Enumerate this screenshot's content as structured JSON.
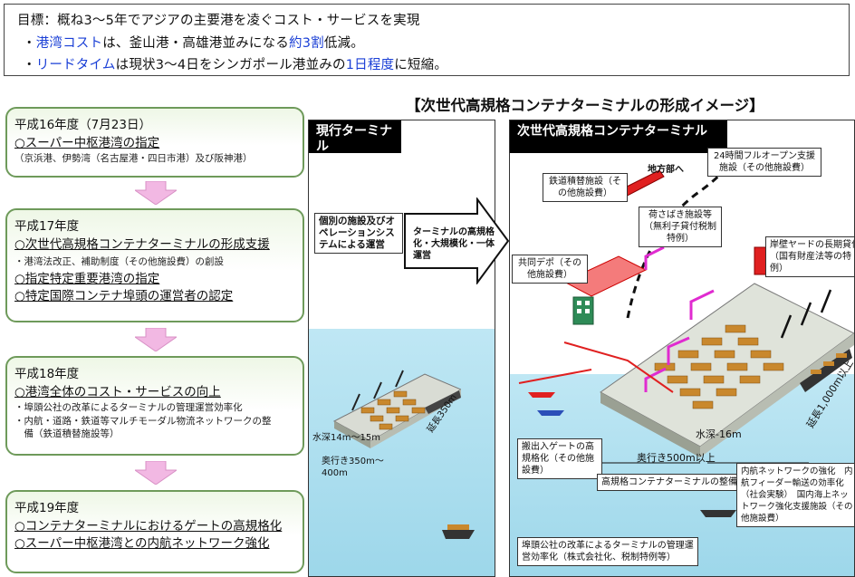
{
  "goal": {
    "line1": "目標：概ね3～5年でアジアの主要港を凌ぐコスト・サービスを実現",
    "line2": {
      "bullet": "・",
      "hl": "港湾コスト",
      "mid": "は、釜山港・高雄港並みになる",
      "hl2": "約3割",
      "tail": "低減。"
    },
    "line3": {
      "bullet": "・",
      "hl": "リードタイム",
      "mid": "は現状3～4日をシンガポール港並みの",
      "hl2": "1日程度",
      "tail": "に短縮。"
    }
  },
  "figure_title": "【次世代高規格コンテナターミナルの形成イメージ】",
  "timeline": [
    {
      "year": "平成16年度（7月23日）",
      "items": [
        {
          "text": "○スーパー中枢港湾の指定",
          "ul": true
        }
      ],
      "subs": [
        "（京浜港、伊勢湾（名古屋港・四日市港）及び阪神港）"
      ]
    },
    {
      "year": "平成17年度",
      "items": [
        {
          "text": "○次世代高規格コンテナターミナルの形成支援",
          "ul": true
        }
      ],
      "subs": [
        "・港湾法改正、補助制度（その他施設費）の創設"
      ],
      "items2": [
        {
          "text": "○指定特定重要港湾の指定",
          "ul": true
        },
        {
          "text": "○特定国際コンテナ埠頭の運営者の認定",
          "ul": true
        }
      ]
    },
    {
      "year": "平成18年度",
      "items": [
        {
          "text": "○港湾全体のコスト・サービスの向上",
          "ul": true
        }
      ],
      "subs": [
        "・埠頭公社の改革によるターミナルの管理運営効率化",
        "・内航・道路・鉄道等マルチモーダル物流ネットワークの整",
        "　備（鉄道積替施設等）"
      ]
    },
    {
      "year": "平成19年度",
      "items": [
        {
          "text": "○コンテナターミナルにおけるゲートの高規格化",
          "ul": true
        },
        {
          "text": "○スーパー中枢港湾との内航ネットワーク強化",
          "ul": true
        }
      ]
    }
  ],
  "current": {
    "head": "現行ターミナル",
    "desc": "個別の施設及びオペレーションシステムによる運営",
    "arrow_text": "ターミナルの高規格化・大規模化・一体運営",
    "depth": "水深14m～15m",
    "length": "延長350m",
    "width": "奥行き350m～400m"
  },
  "next": {
    "head": "次世代高規格コンテナターミナル",
    "rail": "鉄道積替施設（その他施設費）",
    "region": "地方部へ",
    "gate24": "24時間フルオープン支援施設（その他施設費）",
    "cargo": "荷さばき施設等（無利子貸付税制特例）",
    "depot": "共同デポ（その他施設費）",
    "yard": "岸壁ヤードの長期貸付（国有財産法等の特例）",
    "depth": "水深-16m",
    "length": "延長1,000m以上",
    "width": "奥行き500m以上",
    "gate_label": "搬出入ゲートの高規格化（その他施設費）",
    "upgrade": "高規格コンテナターミナルの整備",
    "domestic": "内航ネットワークの強化　内航フィーダー輸送の効率化（社会実験）　国内海上ネットワーク強化支援施設（その他施設費）",
    "public_corp": "埠頭公社の改革によるターミナルの管理運営効率化（株式会社化、税制特例等）"
  },
  "colors": {
    "accent_blue": "#1a3fd6",
    "box_border": "#6e9a5a",
    "arrow_pink": "#f2b8e3",
    "sea": "#9dd7ea",
    "magenta": "#e02bd0",
    "red": "#e02020"
  }
}
